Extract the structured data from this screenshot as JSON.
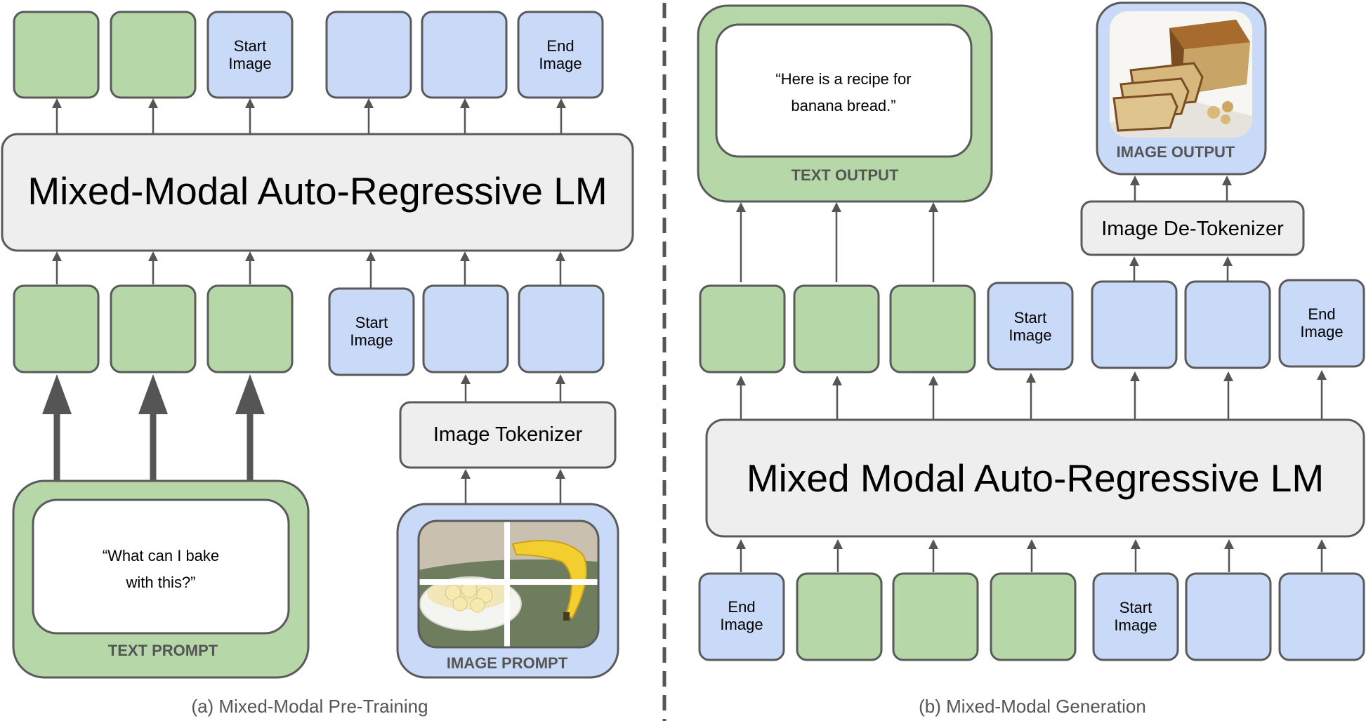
{
  "panels": {
    "left": {
      "caption": "(a) Mixed-Modal Pre-Training",
      "lm_title": "Mixed-Modal Auto-Regressive LM",
      "top_tokens": [
        "",
        "",
        "Start\nImage",
        "",
        "",
        "End\nImage"
      ],
      "bottom_tokens": [
        "",
        "",
        "",
        "Start\nImage",
        "",
        ""
      ],
      "tokenizer_label": "Image Tokenizer",
      "text_prompt": {
        "text": "“What can I bake\nwith this?”",
        "label": "TEXT PROMPT"
      },
      "image_prompt": {
        "label": "IMAGE PROMPT"
      }
    },
    "right": {
      "caption": "(b) Mixed-Modal Generation",
      "lm_title": "Mixed Modal Auto-Regressive LM",
      "top_tokens": [
        "",
        "",
        "",
        "Start\nImage",
        "",
        "",
        "End\nImage"
      ],
      "bottom_tokens": [
        "End\nImage",
        "",
        "",
        "",
        "Start\nImage",
        "",
        ""
      ],
      "detokenizer_label": "Image De-Tokenizer",
      "text_output": {
        "text": "“Here is a recipe for\nbanana bread.”",
        "label": "TEXT OUTPUT"
      },
      "image_output": {
        "label": "IMAGE OUTPUT"
      }
    }
  },
  "colors": {
    "text_token": "#b6d7a8",
    "image_token": "#c9daf8",
    "model_block": "#eeeeee",
    "border": "#5a5a5a"
  }
}
